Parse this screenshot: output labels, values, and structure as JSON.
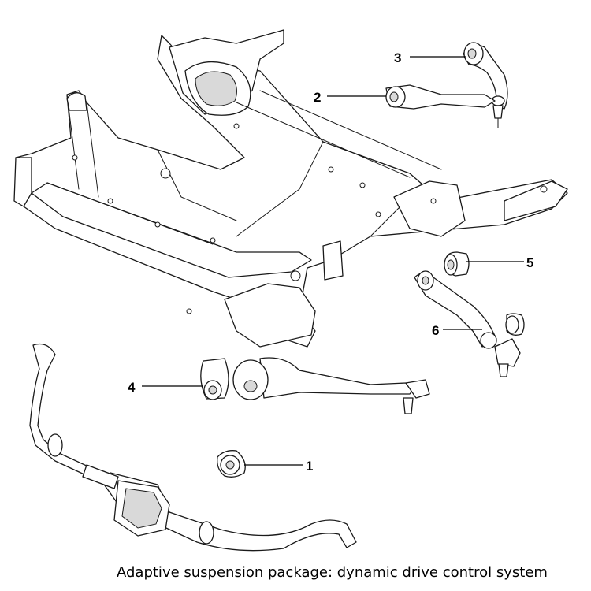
{
  "caption": "Adaptive suspension package: dynamic drive control system",
  "callouts": [
    {
      "number": "1",
      "part": "stabilizer-bar-bushing"
    },
    {
      "number": "2",
      "part": "lower-wishbone"
    },
    {
      "number": "3",
      "part": "upper-wishbone"
    },
    {
      "number": "4",
      "part": "tension-strut-bushing"
    },
    {
      "number": "5",
      "part": "control-arm-bushing"
    },
    {
      "number": "6",
      "part": "control-arm"
    }
  ],
  "colors": {
    "line": "#1a1a1a",
    "background": "#ffffff",
    "shade": "#d9d9d9"
  }
}
